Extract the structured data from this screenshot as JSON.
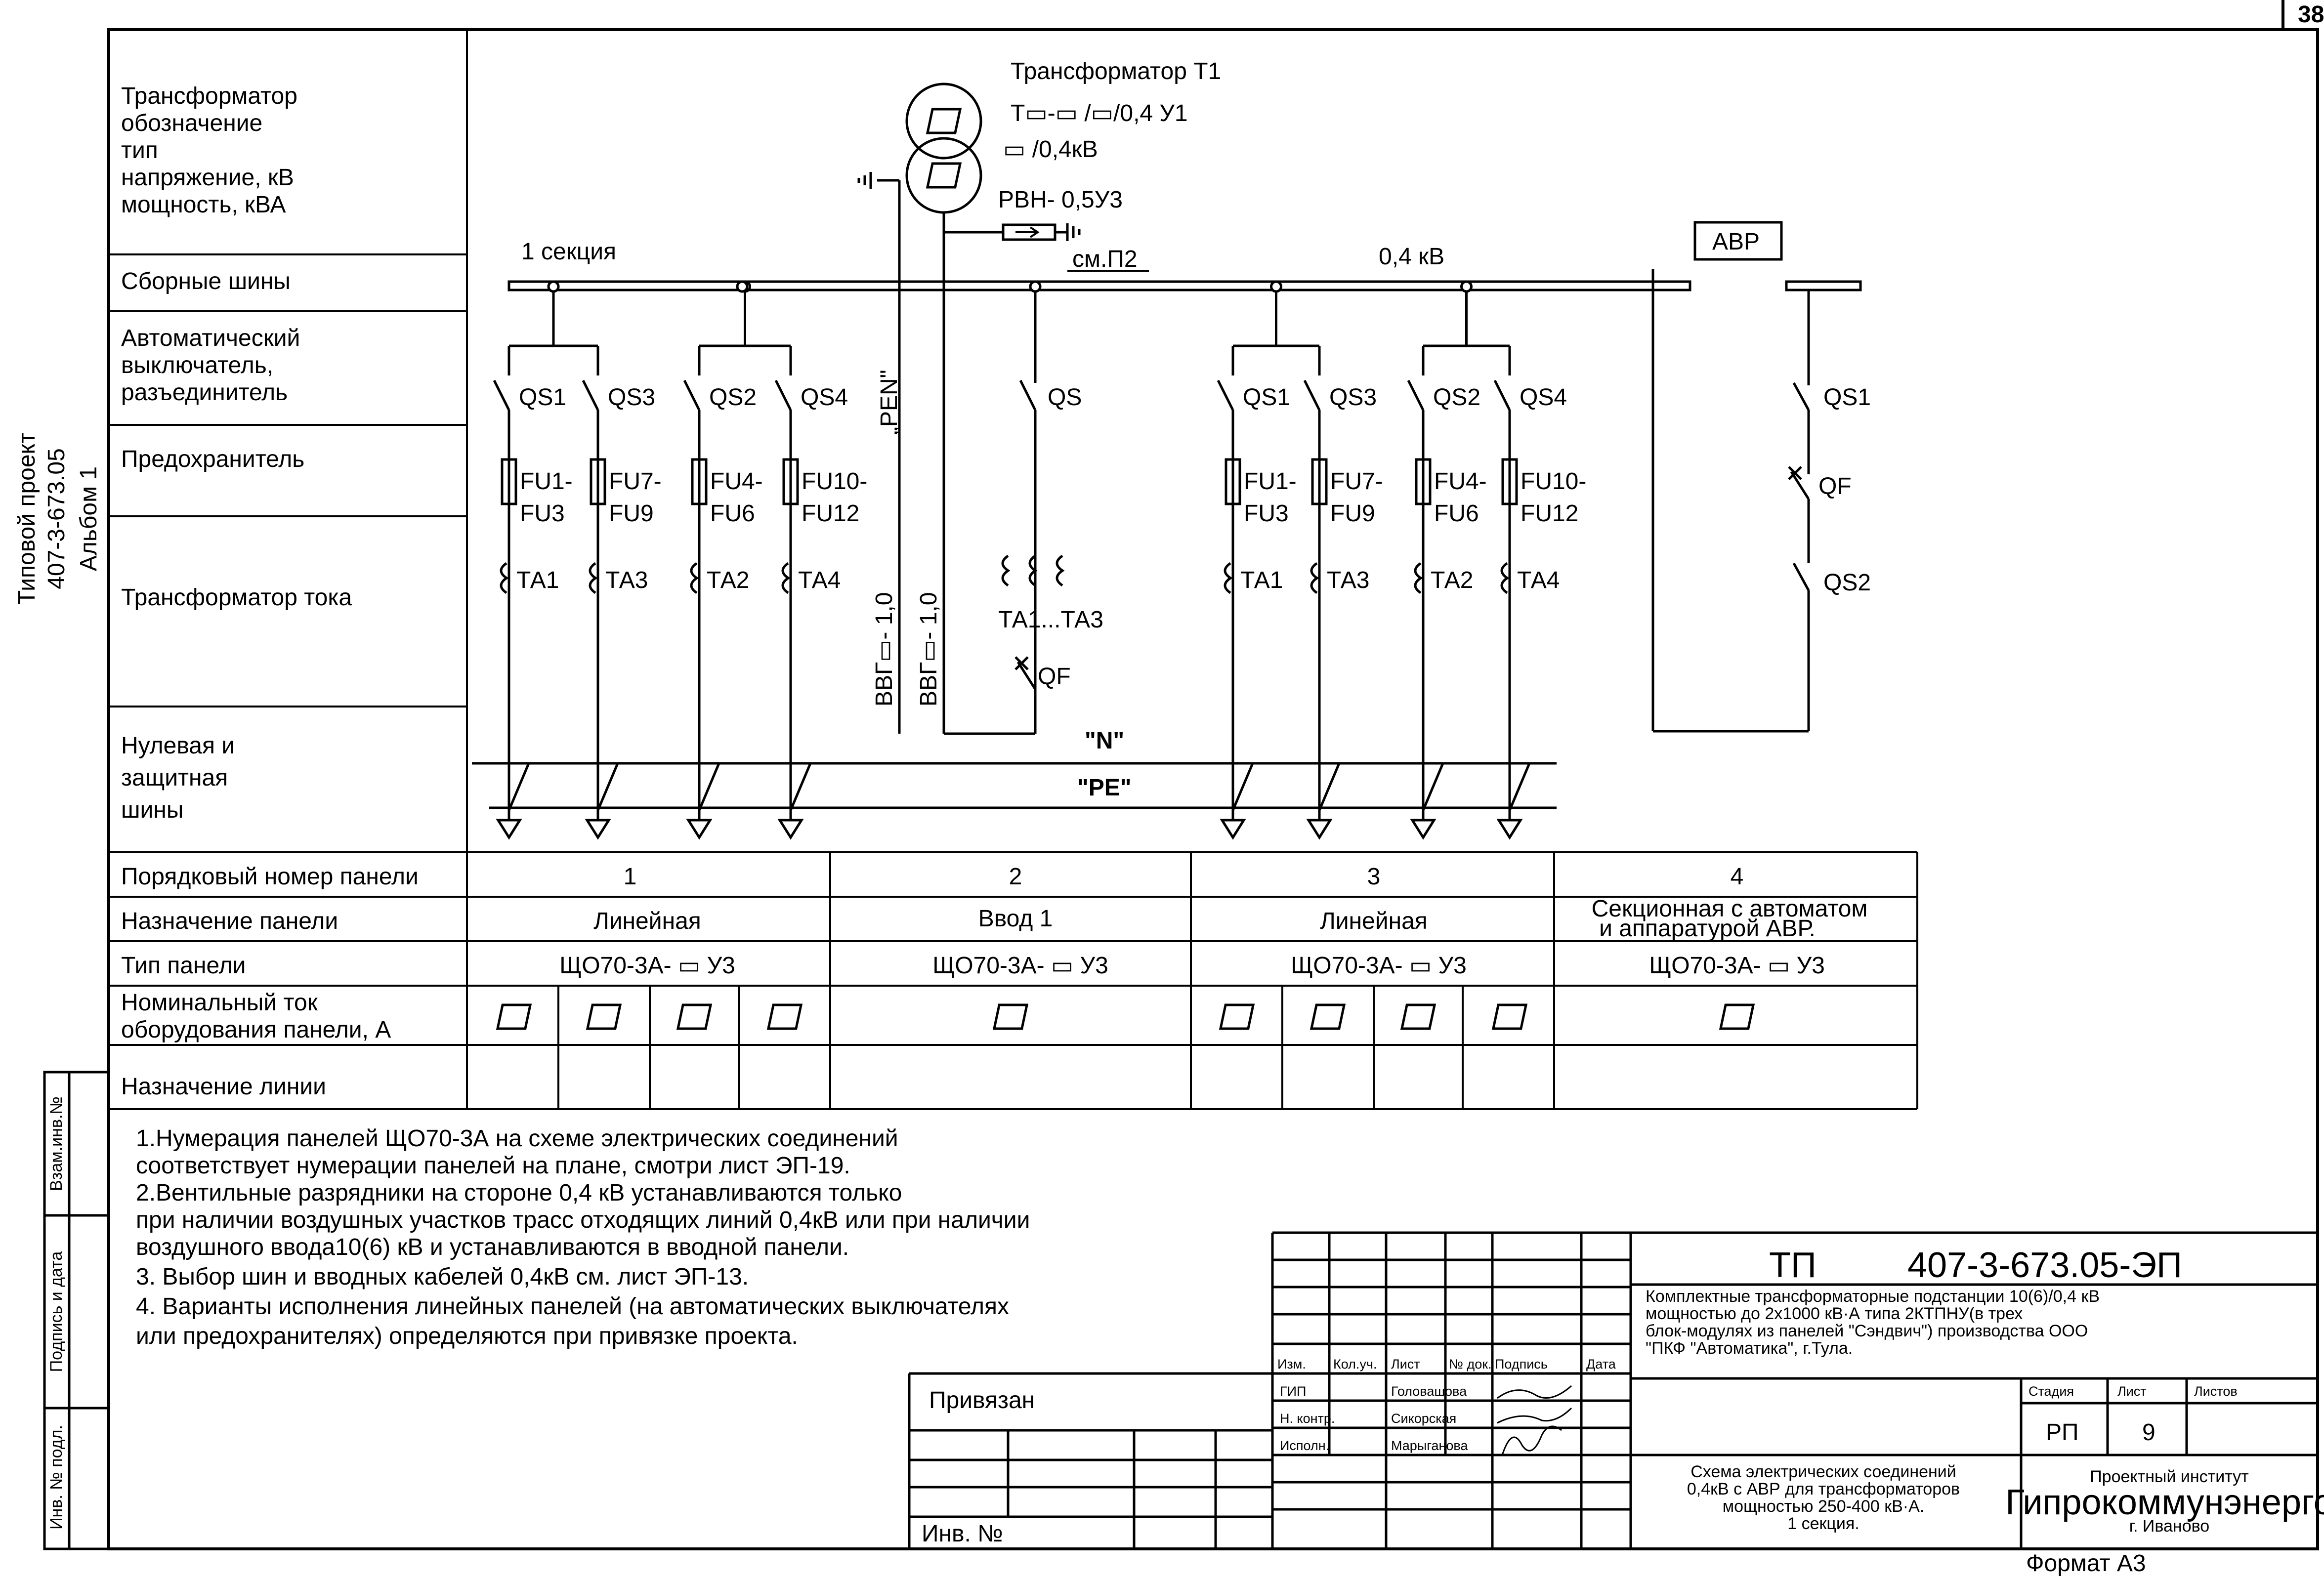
{
  "sheet_number": "38",
  "format": "Формат А3",
  "side_stamp": {
    "line1": "Типовой проект",
    "line2": "407-3-673.05",
    "line3": "Альбом 1",
    "inv_podl": "Инв. № подл.",
    "sign_date": "Подпись и дата",
    "vzam_inv": "Взам.инв.№"
  },
  "row_labels": {
    "transformer": [
      "Трансформатор",
      "обозначение",
      "тип",
      "напряжение, кВ",
      "мощность, кВА"
    ],
    "busbars": "Сборные шины",
    "breaker": [
      "Автоматический",
      "выключатель,",
      "разъединитель"
    ],
    "fuse": "Предохранитель",
    "ct": "Трансформатор тока",
    "zero": [
      "Нулевая и",
      "защитная",
      "шины"
    ]
  },
  "diagram": {
    "transformer_title": "Трансформатор Т1",
    "transformer_type": "Т▭-▭ /▭/0,4 У1",
    "transformer_voltage": "▭ /0,4кВ",
    "arrester": "РВН- 0,5У3",
    "see_p2": "см.П2",
    "section": "1 секция",
    "voltage": "0,4 кВ",
    "avr": "АВР",
    "pen": "„PEN\"",
    "cable": "ВВГ▭- 1,0",
    "n_bus": "\"N\"",
    "pe_bus": "\"PE\"",
    "qs": "QS",
    "qf": "QF",
    "ta_group": "ТА1...ТА3",
    "group_labels": {
      "qs": [
        "QS1",
        "QS3",
        "QS2",
        "QS4"
      ],
      "fu_top": [
        "FU1-",
        "FU7-",
        "FU4-",
        "FU10-"
      ],
      "fu_bot": [
        "FU3",
        "FU9",
        "FU6",
        "FU12"
      ],
      "ta": [
        "ТА1",
        "ТА3",
        "ТА2",
        "ТА4"
      ]
    },
    "sectional": {
      "qs1": "QS1",
      "qf": "QF",
      "qs2": "QS2"
    }
  },
  "table": {
    "labels": [
      "Порядковый номер панели",
      "Назначение панели",
      "Тип панели",
      "Номинальный ток",
      "оборудования панели, А",
      "Назначение линии"
    ],
    "panels": [
      {
        "num": "1",
        "purpose": "Линейная",
        "type": "ЩО70-3А- ▭ У3"
      },
      {
        "num": "2",
        "purpose": "Ввод 1",
        "type": "ЩО70-3А- ▭ У3"
      },
      {
        "num": "3",
        "purpose": "Линейная",
        "type": "ЩО70-3А- ▭ У3"
      },
      {
        "num": "4",
        "purpose_line1": "Секционная с автоматом",
        "purpose_line2": "и аппаратурой АВР.",
        "type": "ЩО70-3А- ▭ У3"
      }
    ]
  },
  "notes": [
    "1.Нумерация панелей ЩО70-3А на схеме электрических соединений",
    "соответствует нумерации панелей на плане, смотри лист ЭП-19.",
    "2.Вентильные разрядники на стороне 0,4 кВ устанавливаются только",
    "при наличии воздушных участков трасс отходящих линий 0,4кВ или при наличии",
    "воздушного ввода10(6) кВ и устанавливаются в вводной панели.",
    "3. Выбор шин и вводных кабелей 0,4кВ см. лист ЭП-13.",
    "4. Варианты исполнения линейных панелей (на автоматических выключателях",
    "или предохранителях) определяются при привязке проекта."
  ],
  "title_block": {
    "privyazan": "Привязан",
    "inv_no": "Инв. №",
    "col_headers": [
      "Изм.",
      "Кол.уч.",
      "Лист",
      "№ док.",
      "Подпись",
      "Дата"
    ],
    "roles": [
      "ГИП",
      "Н. контр.",
      "Исполн."
    ],
    "names": [
      "Головашова",
      "Сикорская",
      "Марыганова"
    ],
    "project_prefix": "ТП",
    "project_code": "407-3-673.05-ЭП",
    "description": [
      "Комплектные трансформаторные подстанции 10(6)/0,4 кВ",
      "мощностью до 2х1000 кВ·А типа 2КТПНУ(в трех",
      "блок-модулях из панелей \"Сэндвич\") производства ООО",
      "\"ПКФ \"Автоматика\", г.Тула."
    ],
    "stage_label": "Стадия",
    "sheet_label": "Лист",
    "sheets_label": "Листов",
    "stage": "РП",
    "sheet": "9",
    "sheets": "",
    "sheet_title": [
      "Схема электрических соединений",
      "0,4кВ с АВР для трансформаторов",
      "мощностью 250-400 кВ·А.",
      "1 секция."
    ],
    "org_line1": "Проектный институт",
    "org_line2": "Гипрокоммунэнерго",
    "org_line3": "г. Иваново"
  }
}
